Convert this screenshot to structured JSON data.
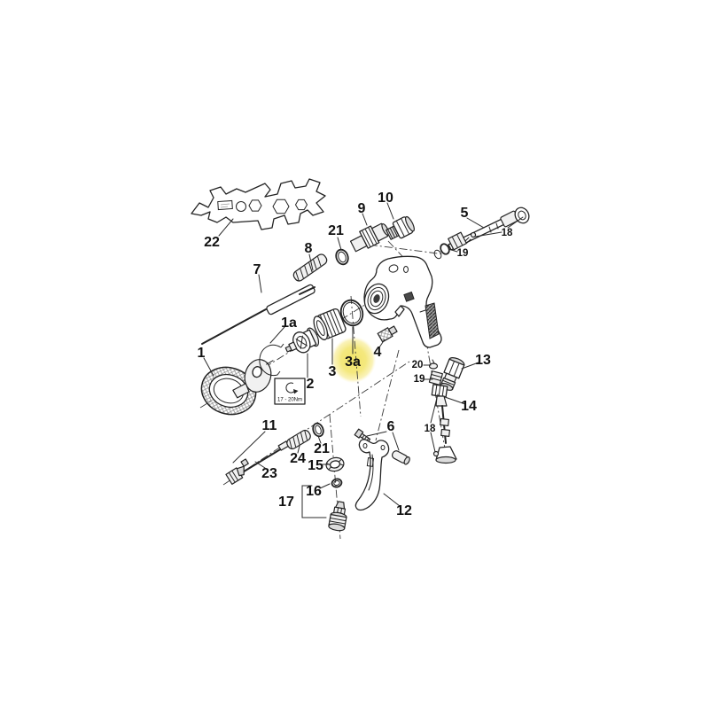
{
  "figure": {
    "kind": "exploded-parts-diagram",
    "highlighted_part": "3a"
  },
  "labels": {
    "n1": "1",
    "n1a": "1a",
    "n2": "2",
    "n3": "3",
    "n3a": "3a",
    "n4": "4",
    "n5": "5",
    "n6": "6",
    "n7": "7",
    "n8": "8",
    "n9": "9",
    "n10": "10",
    "n11": "11",
    "n12": "12",
    "n13": "13",
    "n14": "14",
    "n15": "15",
    "n16": "16",
    "n17": "17",
    "n18": "18",
    "n19": "19",
    "n20": "20",
    "n21": "21",
    "n22": "22",
    "n23": "23",
    "n24": "24"
  },
  "annotations": {
    "torque": "17 - 20Nm"
  },
  "colors": {
    "highlight": "#f2e57a",
    "line": "#232323"
  }
}
